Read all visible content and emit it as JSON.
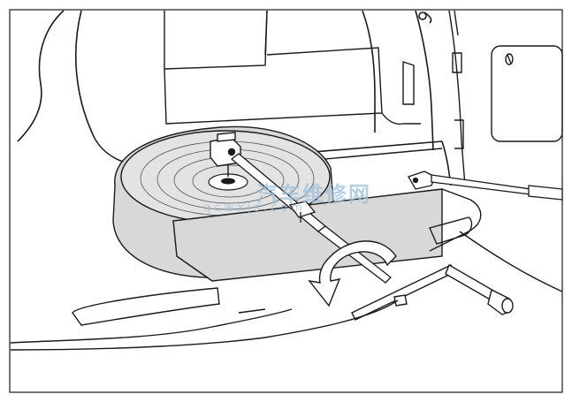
{
  "illustration": {
    "subject": "spare tire removal from trunk floor using lug wrench and extension bar",
    "stroke_color": "#1a1a1a",
    "tire_fill": "#d8d8d8",
    "tire_sidewall": "#e3e3e3",
    "arrow_fill": "#ffffff",
    "background": "#ffffff"
  },
  "watermark": {
    "main_text": "汽车维修网",
    "sub_text": "qcwxjs.com",
    "color": "#9fbfd8"
  }
}
